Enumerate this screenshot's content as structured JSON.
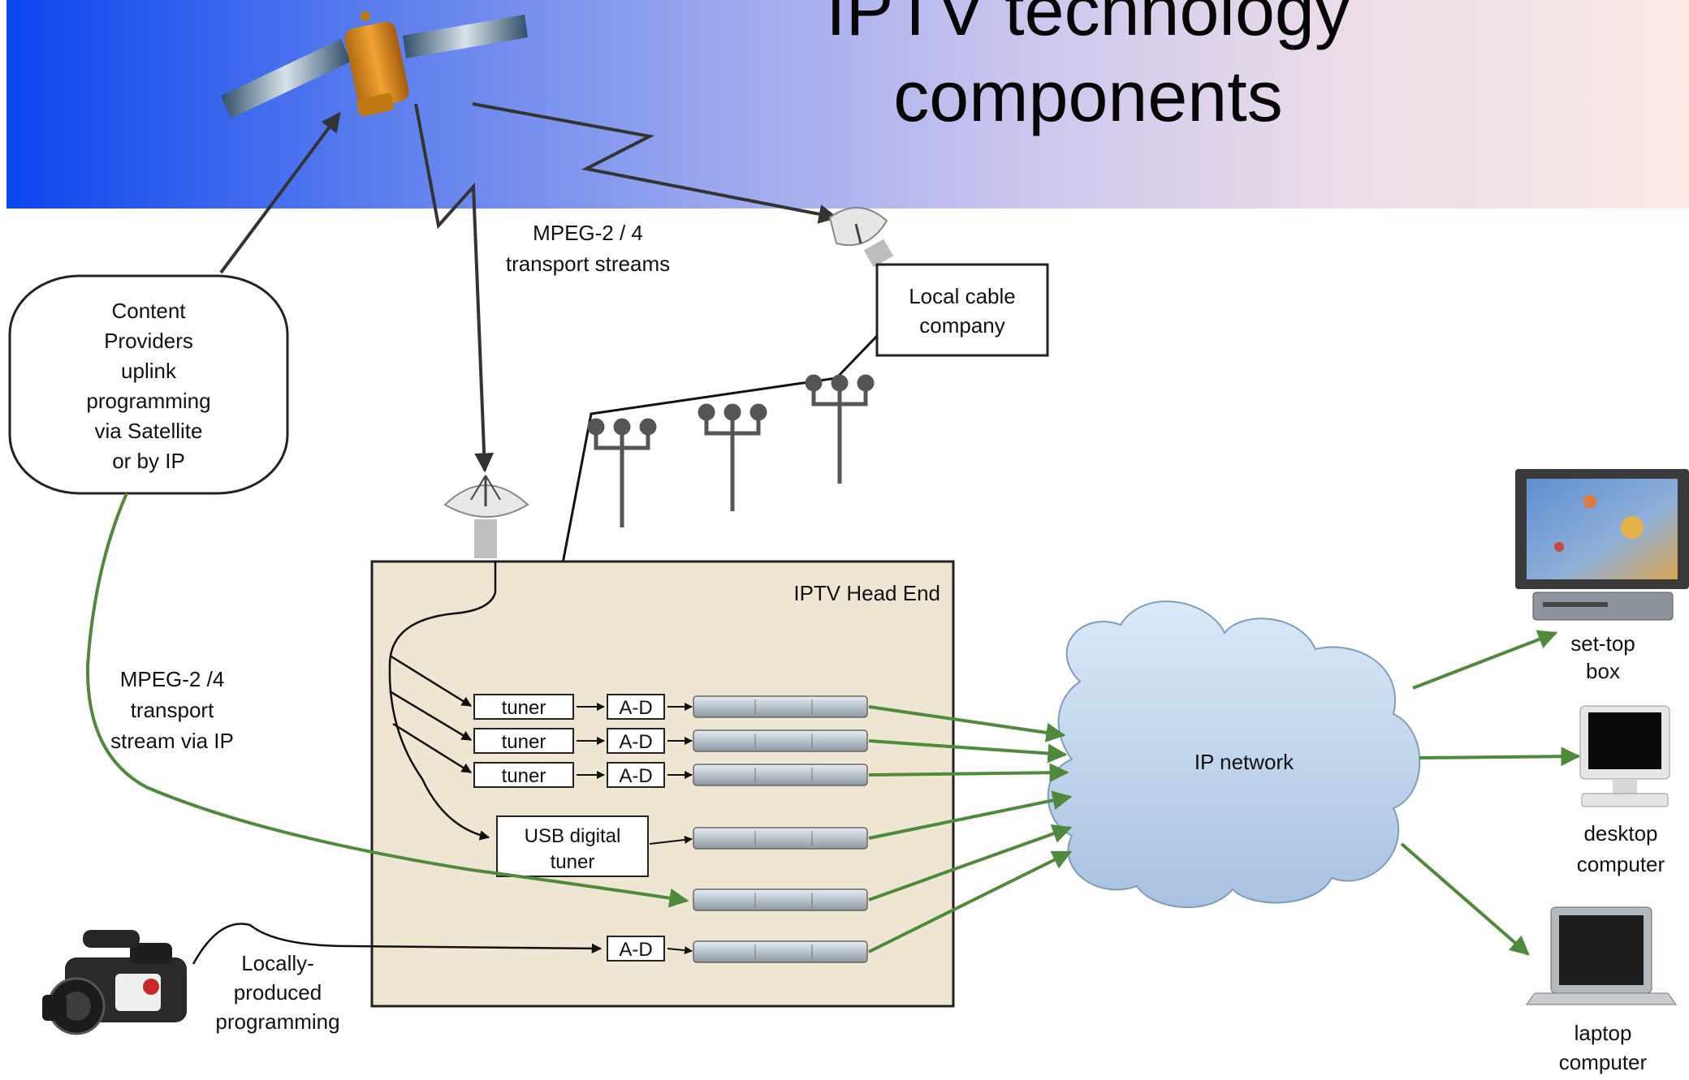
{
  "slide": {
    "title_line1": "IPTV technology",
    "title_line2": "components"
  },
  "labels": {
    "transport_streams_line1": "MPEG-2 / 4",
    "transport_streams_line2": "transport streams",
    "content_providers": [
      "Content",
      "Providers",
      "uplink",
      "programming",
      "via Satellite",
      "or by IP"
    ],
    "local_cable_line1": "Local cable",
    "local_cable_line2": "company",
    "head_end": "IPTV Head End",
    "ip_stream": [
      "MPEG-2 /4",
      "transport",
      "stream via IP"
    ],
    "tuner": "tuner",
    "ad": "A-D",
    "usb_tuner_line1": "USB digital",
    "usb_tuner_line2": "tuner",
    "ip_network": "IP network",
    "set_top_line1": "set-top",
    "set_top_line2": "box",
    "desktop_line1": "desktop",
    "desktop_line2": "computer",
    "laptop_line1": "laptop",
    "laptop_line2": "computer",
    "local_prog": [
      "Locally-",
      "produced",
      "programming"
    ]
  },
  "colors": {
    "header_start": "#0b45ef",
    "header_end": "#fbe9e4",
    "head_end_fill": "#eee6d3",
    "green_arrow": "#4f8a3c",
    "cloud_fill": "#b8cfe8",
    "line_dark": "#333333"
  },
  "icons": [
    "satellite-icon",
    "satellite-dish-icon",
    "antenna-icon",
    "encoder-rack-icon",
    "television-icon",
    "set-top-box-icon",
    "desktop-monitor-icon",
    "laptop-icon",
    "video-camera-icon"
  ]
}
